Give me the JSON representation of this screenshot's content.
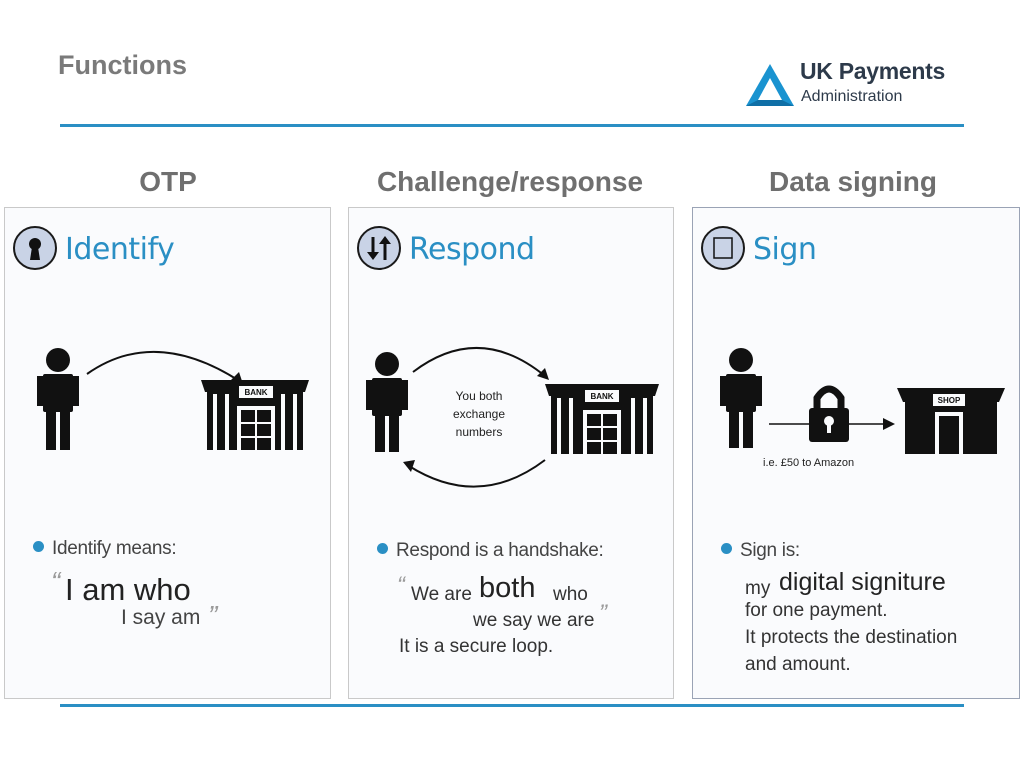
{
  "header": {
    "title": "Functions",
    "logo_name": "UK Payments",
    "logo_sub": "Administration"
  },
  "colors": {
    "accent": "#2a8fc4",
    "title_grey": "#7a7a7a",
    "logo_navy": "#2d3a4a"
  },
  "columns": [
    {
      "heading": "OTP",
      "panel_title": "Identify",
      "icon": "keyhole-icon",
      "building_sign": "BANK",
      "bullet": "Identify means:",
      "quote_open": "“",
      "quote_big": "I am who",
      "quote_small": "I say am",
      "quote_close": "”"
    },
    {
      "heading": "Challenge/response",
      "panel_title": "Respond",
      "icon": "up-down-arrows-icon",
      "exchange_text_1": "You both",
      "exchange_text_2": "exchange",
      "exchange_text_3": "numbers",
      "building_sign": "BANK",
      "bullet": "Respond is a handshake:",
      "quote_open": "“",
      "quote_pre": "We are",
      "quote_big": "both",
      "quote_post": "who",
      "quote_line2": "we say we are",
      "quote_close": "”",
      "after": "It is a secure loop."
    },
    {
      "heading": "Data signing",
      "panel_title": "Sign",
      "icon": "signature-box-icon",
      "building_sign": "SHOP",
      "caption": "i.e. £50 to Amazon",
      "bullet": "Sign is:",
      "line1_pre": "my",
      "line1_big": "digital signiture",
      "line2": "for one payment.",
      "line3": "It protects the destination",
      "line4": "and amount."
    }
  ]
}
